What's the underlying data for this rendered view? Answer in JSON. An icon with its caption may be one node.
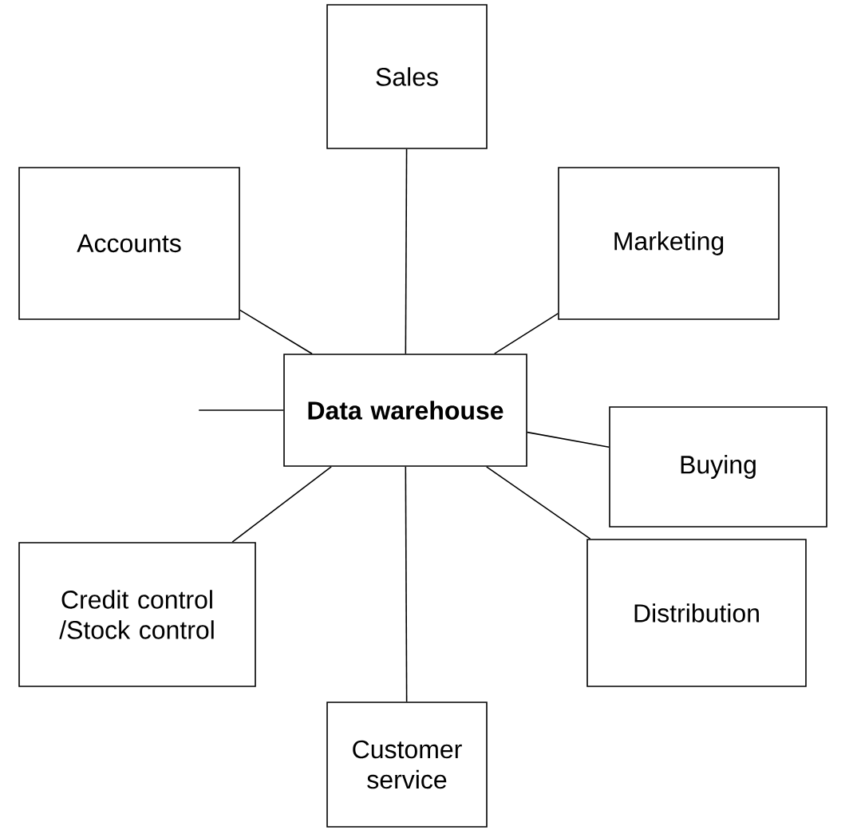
{
  "diagram": {
    "nodes": [
      {
        "text": [
          "Sales"
        ]
      },
      {
        "text": [
          "Accounts"
        ]
      },
      {
        "text": [
          "Marketing"
        ]
      },
      {
        "text": [
          "Data warehouse"
        ]
      },
      {
        "text": [
          "Buying"
        ]
      },
      {
        "text": [
          "Credit control /Stock control"
        ]
      },
      {
        "text": [
          "Distribution"
        ]
      },
      {
        "text": [
          "Customer service"
        ]
      }
    ],
    "edges": [
      {
        "from": 3,
        "to": 0,
        "arrow": "none"
      },
      {
        "from": 3,
        "to": 1,
        "arrow": "none"
      },
      {
        "from": 3,
        "to": 2,
        "arrow": "none"
      },
      {
        "from": 3,
        "to": 4,
        "arrow": "none"
      },
      {
        "from": 3,
        "to": 5,
        "arrow": "none"
      },
      {
        "from": 3,
        "to": 6,
        "arrow": "none"
      },
      {
        "from": 3,
        "to": 7,
        "arrow": "none"
      },
      {
        "from": 3,
        "to": null,
        "arrow": "none"
      }
    ]
  }
}
